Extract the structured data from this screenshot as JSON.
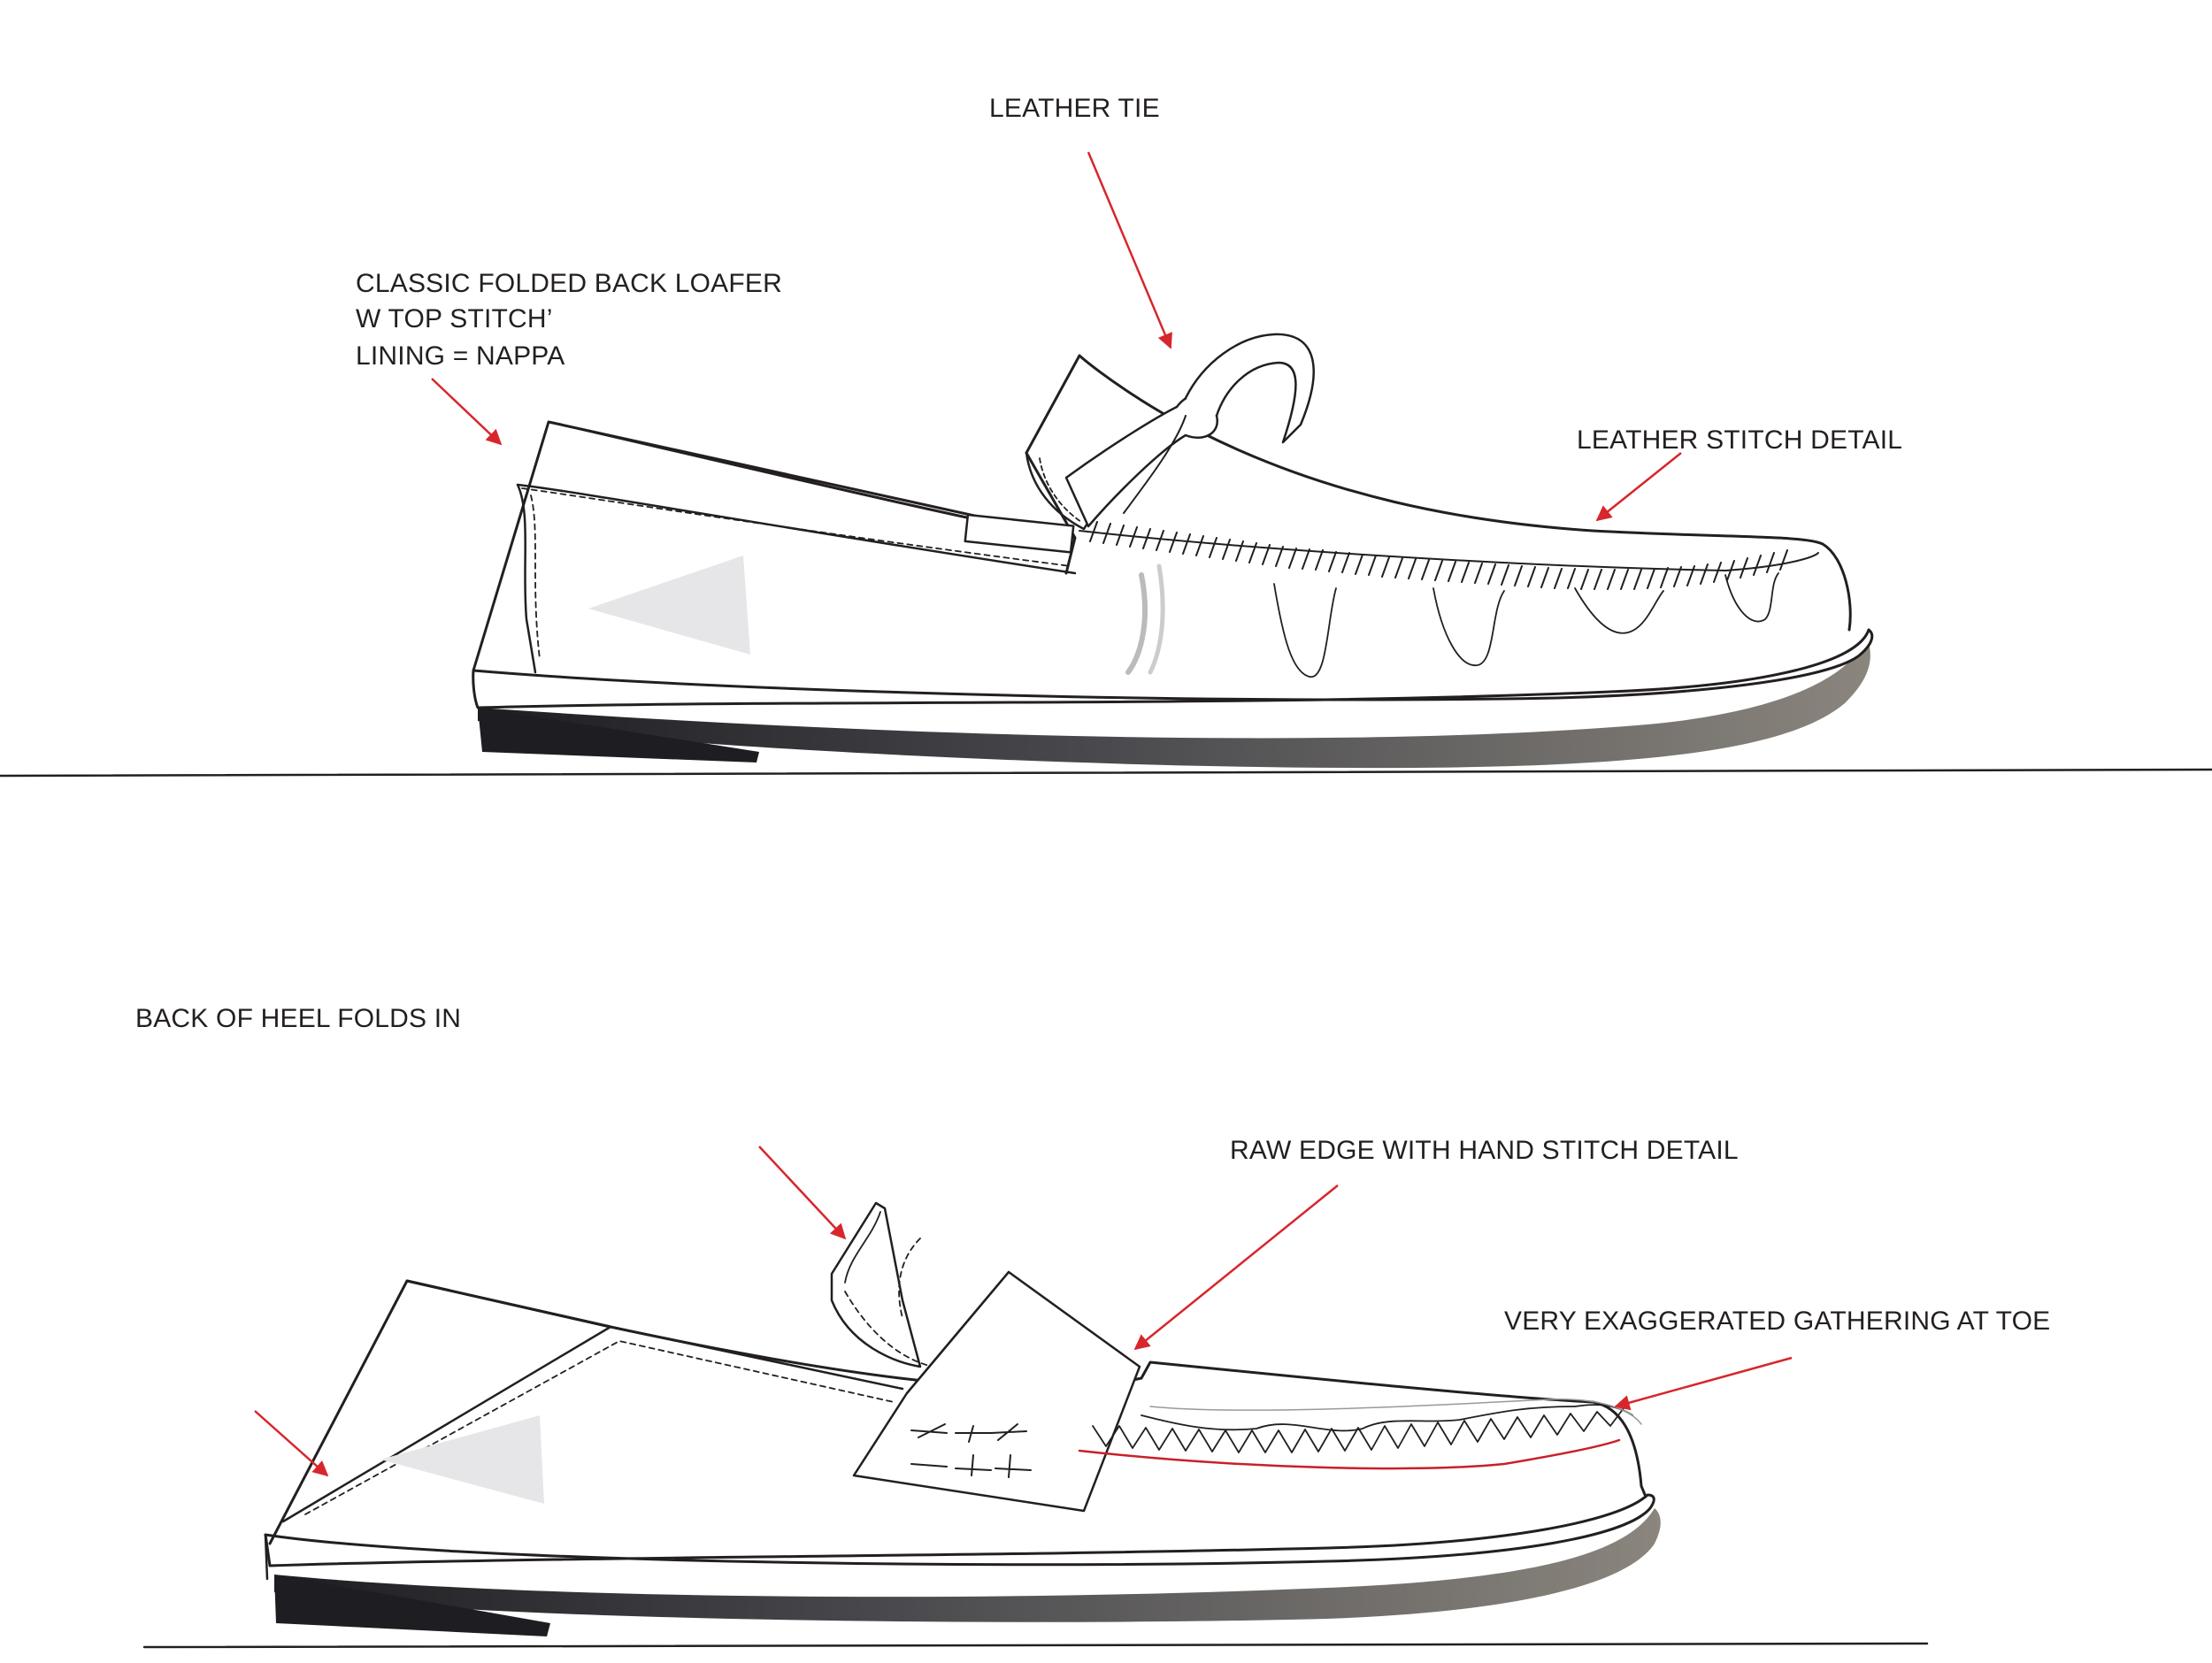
{
  "sketch_top": {
    "labels": {
      "leather_tie": "LEATHER TIE",
      "loafer_line1": "CLASSIC FOLDED BACK LOAFER",
      "loafer_line2": "W TOP STITCH’",
      "loafer_line3": "LINING = NAPPA",
      "stitch_detail": "LEATHER STITCH DETAIL"
    }
  },
  "sketch_bottom": {
    "labels": {
      "heel_folds": "BACK OF HEEL FOLDS IN",
      "raw_edge": "RAW EDGE WITH HAND STITCH DETAIL",
      "gathering": "VERY EXAGGERATED GATHERING AT TOE"
    }
  },
  "colors": {
    "outline": "#231f20",
    "arrow": "#d7262c",
    "sole_dark": "#2b2b2e",
    "shade": "#e6e6e8",
    "stitch_red": "#c8202a"
  }
}
